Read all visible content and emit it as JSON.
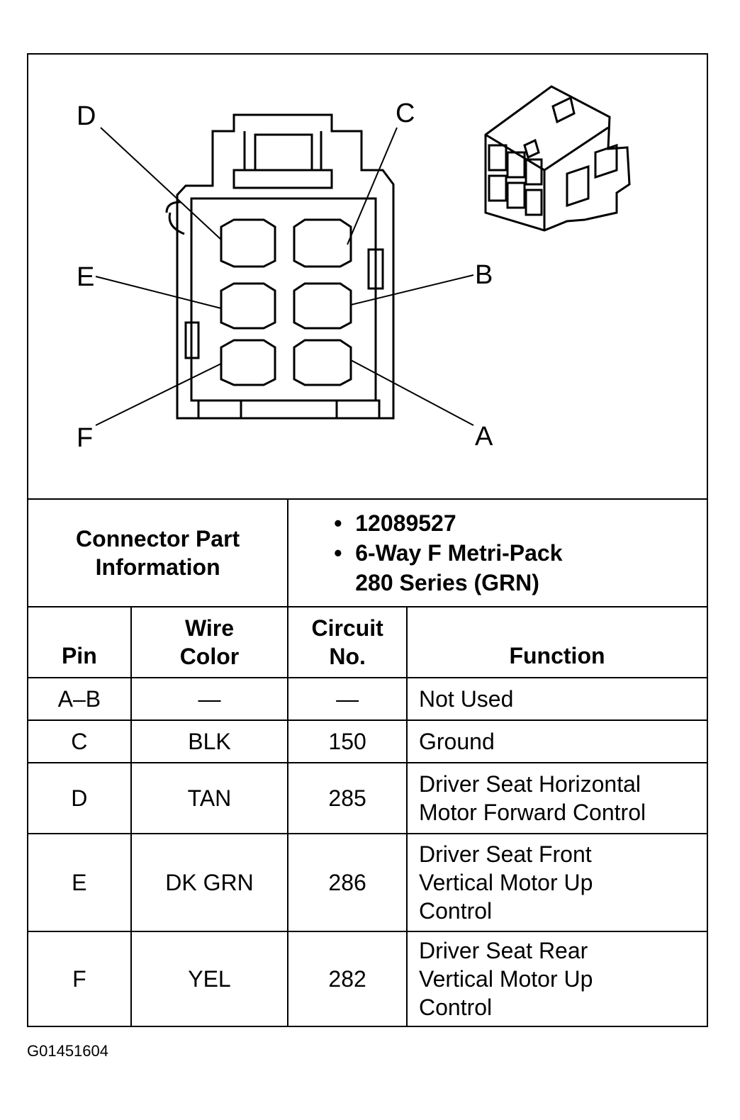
{
  "diagram": {
    "pin_labels": [
      "D",
      "C",
      "E",
      "B",
      "F",
      "A"
    ]
  },
  "connector_info": {
    "label_line1": "Connector Part",
    "label_line2": "Information",
    "items": [
      "12089527",
      "6-Way F Metri-Pack",
      "280 Series (GRN)"
    ]
  },
  "table": {
    "headers": {
      "pin": "Pin",
      "wire_color_line1": "Wire",
      "wire_color_line2": "Color",
      "circuit_line1": "Circuit",
      "circuit_line2": "No.",
      "function": "Function"
    },
    "rows": [
      {
        "pin": "A–B",
        "wire": "—",
        "circuit": "—",
        "function": [
          "Not Used"
        ]
      },
      {
        "pin": "C",
        "wire": "BLK",
        "circuit": "150",
        "function": [
          "Ground"
        ]
      },
      {
        "pin": "D",
        "wire": "TAN",
        "circuit": "285",
        "function": [
          "Driver Seat Horizontal",
          "Motor Forward Control"
        ]
      },
      {
        "pin": "E",
        "wire": "DK GRN",
        "circuit": "286",
        "function": [
          "Driver Seat Front",
          "Vertical Motor Up",
          "Control"
        ]
      },
      {
        "pin": "F",
        "wire": "YEL",
        "circuit": "282",
        "function": [
          "Driver Seat Rear",
          "Vertical Motor Up",
          "Control"
        ]
      }
    ]
  },
  "figure_id": "G01451604"
}
